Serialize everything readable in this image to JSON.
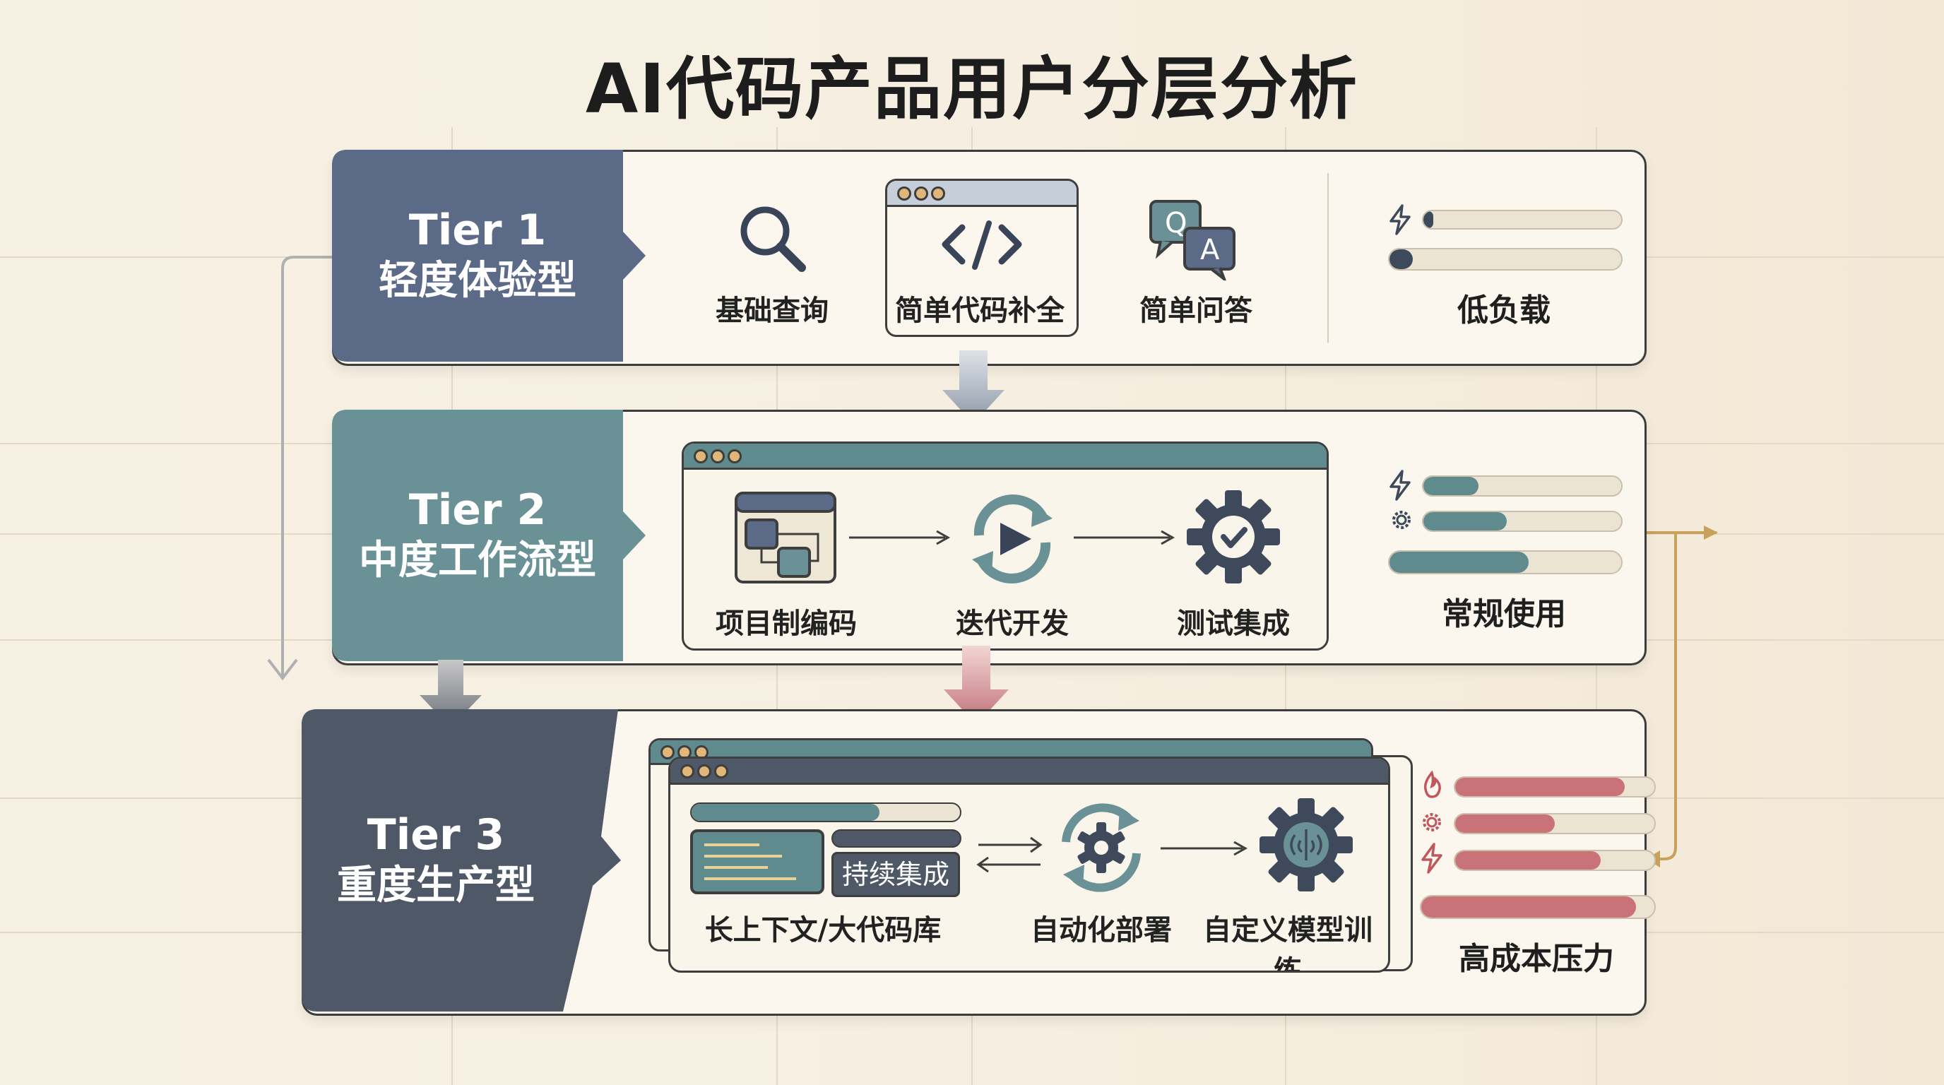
{
  "title": "AI代码产品用户分层分析",
  "colors": {
    "tier1": "#5b6a87",
    "tier2": "#6a9296",
    "tier3": "#4e5867",
    "tier2_bar": "#5f8b8f",
    "tier3_bar": "#c97378",
    "gold": "#c9a15a",
    "panel_bg": "#fbf7ee"
  },
  "tiers": [
    {
      "name": "Tier 1",
      "type": "轻度体验型",
      "features": [
        {
          "label": "基础查询",
          "icon": "magnifier-icon"
        },
        {
          "label": "简单代码补全",
          "icon": "code-window-icon"
        },
        {
          "label": "简单问答",
          "icon": "qa-chat-icon"
        }
      ],
      "load": {
        "label": "低负载",
        "levels": [
          0.05,
          0.1
        ]
      }
    },
    {
      "name": "Tier 2",
      "type": "中度工作流型",
      "features": [
        {
          "label": "项目制编码",
          "icon": "project-blocks-icon"
        },
        {
          "label": "迭代开发",
          "icon": "iterate-cycle-icon"
        },
        {
          "label": "测试集成",
          "icon": "gear-check-icon"
        }
      ],
      "load": {
        "label": "常规使用",
        "levels": [
          0.28,
          0.42,
          0.6
        ]
      }
    },
    {
      "name": "Tier 3",
      "type": "重度生产型",
      "features": [
        {
          "label": "长上下文/大代码库",
          "icon": "code-editor-icon"
        },
        {
          "label": "持续集成",
          "icon": "ci-badge"
        },
        {
          "label": "自动化部署",
          "icon": "gear-cycle-icon"
        },
        {
          "label": "自定义模型训练",
          "icon": "brain-gear-icon"
        }
      ],
      "load": {
        "label": "高成本压力",
        "levels": [
          0.85,
          0.5,
          0.73,
          0.92
        ]
      }
    }
  ]
}
